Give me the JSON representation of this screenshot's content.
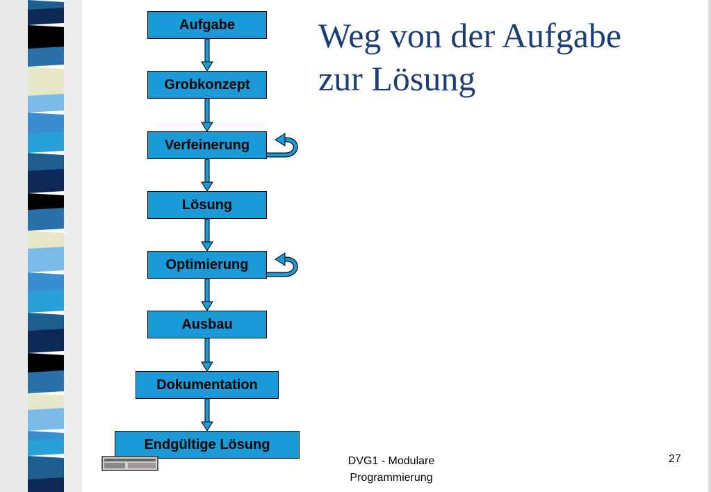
{
  "title": {
    "line1": "Weg von der Aufgabe",
    "line2": "zur Lösung"
  },
  "flow": {
    "steps": [
      {
        "label": "Aufgabe",
        "loop": false
      },
      {
        "label": "Grobkonzept",
        "loop": false
      },
      {
        "label": "Verfeinerung",
        "loop": true
      },
      {
        "label": "Lösung",
        "loop": false
      },
      {
        "label": "Optimierung",
        "loop": true
      },
      {
        "label": "Ausbau",
        "loop": false
      },
      {
        "label": "Dokumentation",
        "loop": false
      },
      {
        "label": "Endgültige Lösung",
        "loop": false
      }
    ]
  },
  "footer": {
    "course_line1": "DVG1 - Modulare",
    "course_line2": "Programmierung",
    "page_number": "27"
  },
  "colors": {
    "node_fill": "#1a9ad6",
    "title": "#1c3e77",
    "stripes": [
      "#1f5f8f",
      "#2a6fa8",
      "#3a8ed0",
      "#0d2a57",
      "#e6e6c8",
      "#2aa0d8",
      "#000000",
      "#7bbbe8"
    ]
  }
}
